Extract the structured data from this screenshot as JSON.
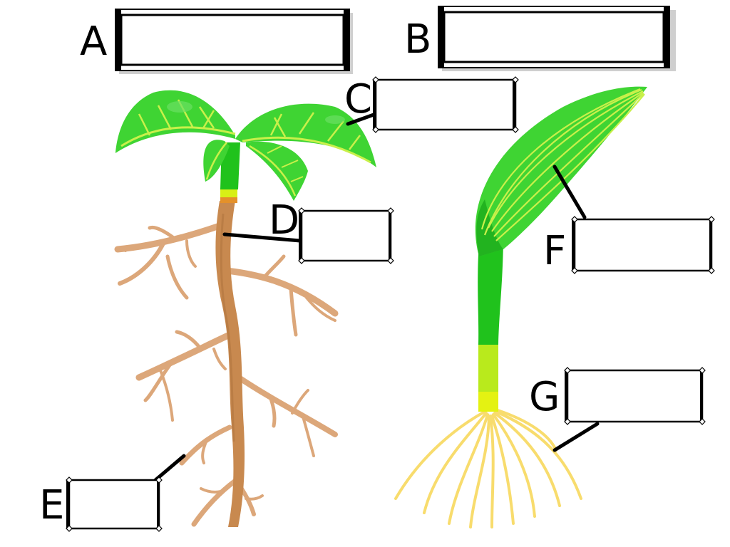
{
  "labels": {
    "a": {
      "letter": "A",
      "answer": ""
    },
    "b": {
      "letter": "B",
      "answer": ""
    },
    "c": {
      "letter": "C",
      "answer": ""
    },
    "d": {
      "letter": "D",
      "answer": ""
    },
    "e": {
      "letter": "E",
      "answer": ""
    },
    "f": {
      "letter": "F",
      "answer": ""
    },
    "g": {
      "letter": "G",
      "answer": ""
    }
  },
  "colors": {
    "leaf_green": "#3fd433",
    "leaf_dark_green": "#22b31f",
    "leaf_vein": "#c9f04a",
    "stem_green": "#20c21c",
    "collar_yellow": "#d8f016",
    "collar_orange": "#e4912a",
    "taproot_brown": "#c8894f",
    "lateral_root_tan": "#dca77a",
    "fibrous_root_yellow": "#f8dc6d",
    "leader_line": "#000000"
  }
}
